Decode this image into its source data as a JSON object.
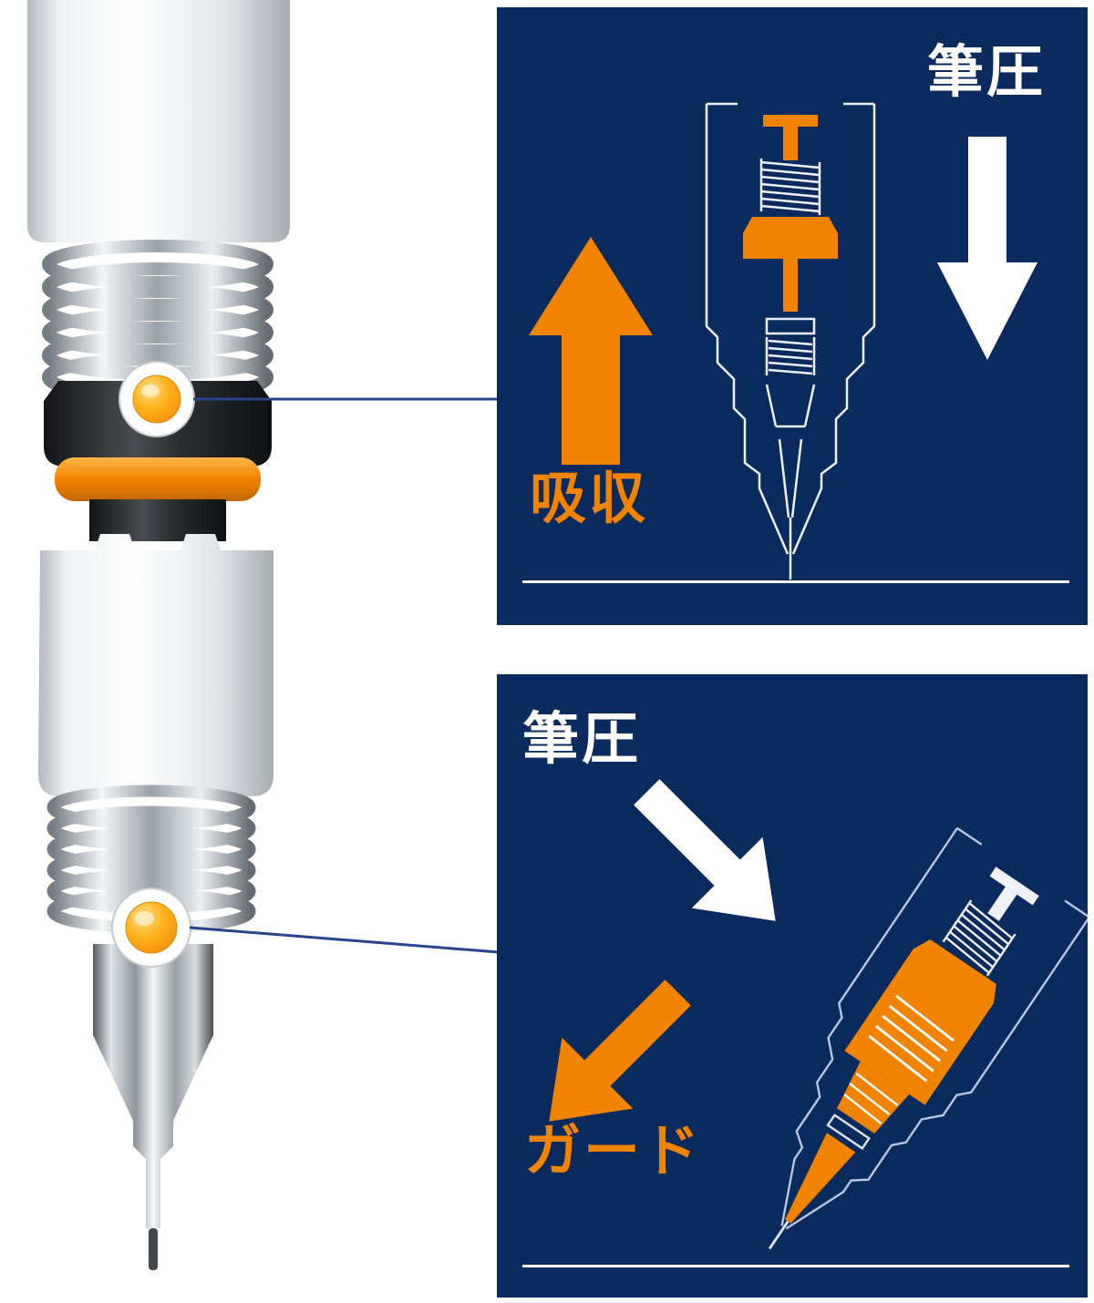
{
  "colors": {
    "panel_navy": "#0b2b5f",
    "accent_orange": "#f08300",
    "diagram_line_white": "#ffffff",
    "connector_blue": "#27448c"
  },
  "top_panel": {
    "pressure_label": "筆圧",
    "absorb_label": "吸収"
  },
  "bottom_panel": {
    "pressure_label": "筆圧",
    "guard_label": "ガード"
  }
}
